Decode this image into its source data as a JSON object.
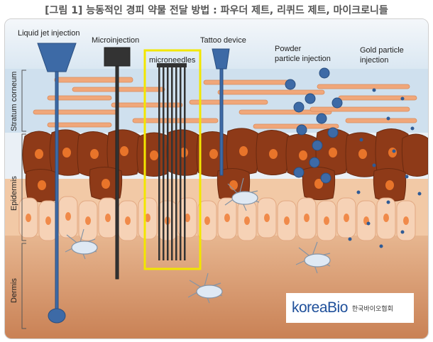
{
  "title": "[그림 1] 능동적인 경피 약물 전달 방법 : 파우더 제트, 리퀴드 제트, 마이크로니들",
  "labels": {
    "liquid_jet": "Liquid jet injection",
    "microinjection": "Microinjection",
    "microneedles": "microneedles",
    "tattoo": "Tattoo device",
    "powder_line1": "Powder",
    "powder_line2": "particle injection",
    "gold_line1": "Gold particle",
    "gold_line2": "injection"
  },
  "layers": {
    "stratum_corneum": "Stratum corneum",
    "epidermis": "Epidermis",
    "dermis": "Dermis"
  },
  "logo": {
    "text": "koreaBio",
    "korean": "한국바이오협회"
  },
  "colors": {
    "needle_blue": "#3d6aa6",
    "dark_needle": "#333333",
    "highlight_yellow": "#f2e600",
    "cell_brown": "#8b3a1d",
    "cell_peach": "#f6cdb0",
    "dermis": "#d9a07a"
  }
}
